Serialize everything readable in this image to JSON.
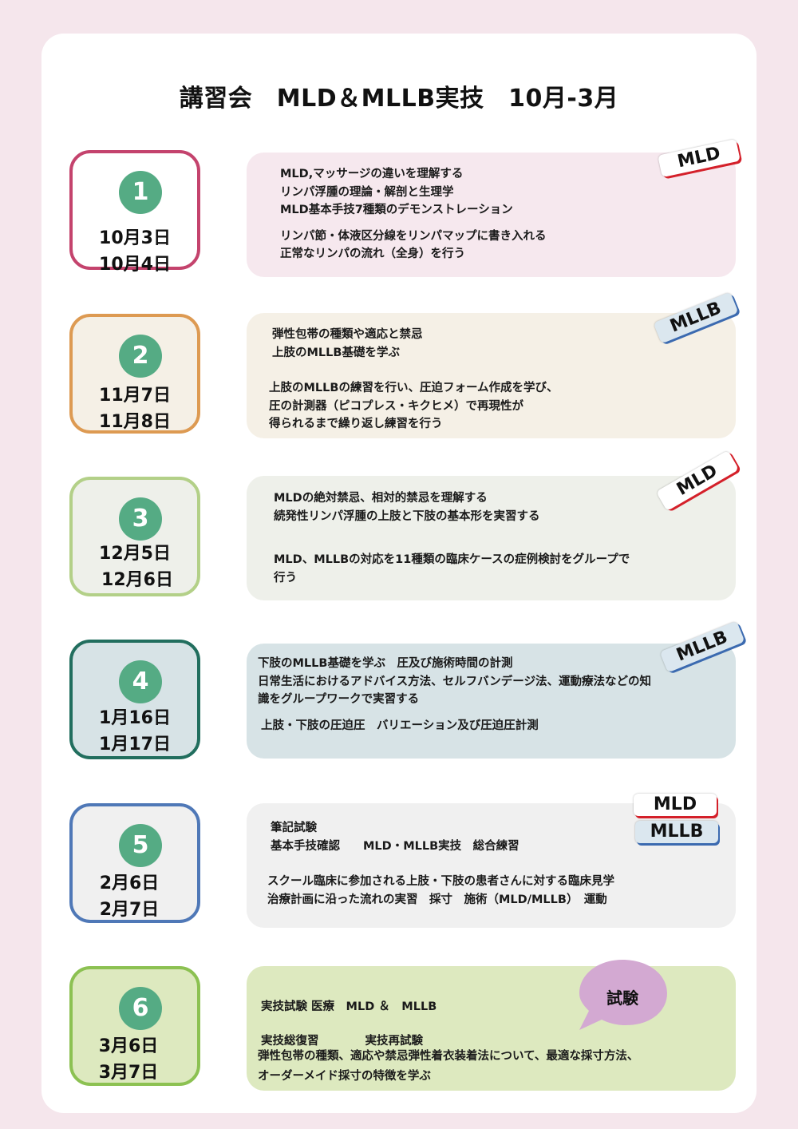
{
  "page": {
    "title": "講習会　MLD＆MLLB実技　10月-3月",
    "background_color": "#f5e6ec"
  },
  "sessions": [
    {
      "number": "1",
      "dates": [
        "10月3日",
        "10月4日"
      ],
      "border_color": "#c4436d",
      "box_bg": "#ffffff",
      "content_bg": "#f6e8ee",
      "tags": [
        "MLD"
      ],
      "lines": [
        "MLD,マッサージの違いを理解する",
        "リンパ浮腫の理論・解剖と生理学",
        "MLD基本手技7種類のデモンストレーション",
        "リンパ節・体液区分線をリンパマップに書き入れる",
        "正常なリンパの流れ（全身）を行う"
      ]
    },
    {
      "number": "2",
      "dates": [
        "11月7日",
        "11月8日"
      ],
      "border_color": "#dd9a52",
      "box_bg": "#f5f0e6",
      "content_bg": "#f5f0e6",
      "tags": [
        "MLLB"
      ],
      "lines": [
        "弾性包帯の種類や適応と禁忌",
        "上肢のMLLB基礎を学ぶ",
        "上肢のMLLBの練習を行い、圧迫フォーム作成を学び、",
        "圧の計測器（ピコプレス・キクヒメ）で再現性が",
        "得られるまで繰り返し練習を行う"
      ]
    },
    {
      "number": "3",
      "dates": [
        "12月5日",
        "12月6日"
      ],
      "border_color": "#b3d088",
      "box_bg": "#eef0ea",
      "content_bg": "#eef0ea",
      "tags": [
        "MLD"
      ],
      "lines": [
        "MLDの絶対禁忌、相対的禁忌を理解する",
        "続発性リンパ浮腫の上肢と下肢の基本形を実習する",
        "MLD、MLLBの対応を11種類の臨床ケースの症例検討をグループで",
        "行う"
      ]
    },
    {
      "number": "4",
      "dates": [
        "1月16日",
        "1月17日"
      ],
      "border_color": "#216e5e",
      "box_bg": "#d7e3e6",
      "content_bg": "#d7e3e6",
      "tags": [
        "MLLB"
      ],
      "lines": [
        "下肢のMLLB基礎を学ぶ　圧及び施術時間の計測",
        "日常生活におけるアドバイス方法、セルフバンデージ法、運動療法などの知",
        "識をグループワークで実習する",
        "上肢・下肢の圧迫圧　バリエーション及び圧迫圧計測"
      ]
    },
    {
      "number": "5",
      "dates": [
        "2月6日",
        "2月7日"
      ],
      "border_color": "#4f78b7",
      "box_bg": "#f0f0f0",
      "content_bg": "#f0f0f0",
      "tags": [
        "MLD",
        "MLLB"
      ],
      "lines": [
        "筆記試験",
        "基本手技確認　　MLD・MLLB実技　総合練習",
        "スクール臨床に参加される上肢・下肢の患者さんに対する臨床見学",
        "治療計画に沿った流れの実習　採寸　施術（MLD/MLLB）　運動"
      ]
    },
    {
      "number": "6",
      "dates": [
        "3月6日",
        "3月7日"
      ],
      "border_color": "#8cc152",
      "box_bg": "#dde9bf",
      "content_bg": "#dde9bf",
      "tags": [],
      "badge": "試験",
      "badge_color": "#d3a9d2",
      "lines": [
        "実技試験 医療　MLD ＆　MLLB",
        "実技総復習　　　　実技再試験",
        "弾性包帯の種類、適応や禁忌弾性着衣装着法について、最適な採寸方法、",
        "オーダーメイド採寸の特徴を学ぶ"
      ]
    }
  ],
  "colors": {
    "number_circle": "#55ab84",
    "mld_tag_underline": "#d4202a",
    "mllb_tag_underline": "#3b6ab0",
    "mllb_tag_bg": "#dbe7ef"
  }
}
